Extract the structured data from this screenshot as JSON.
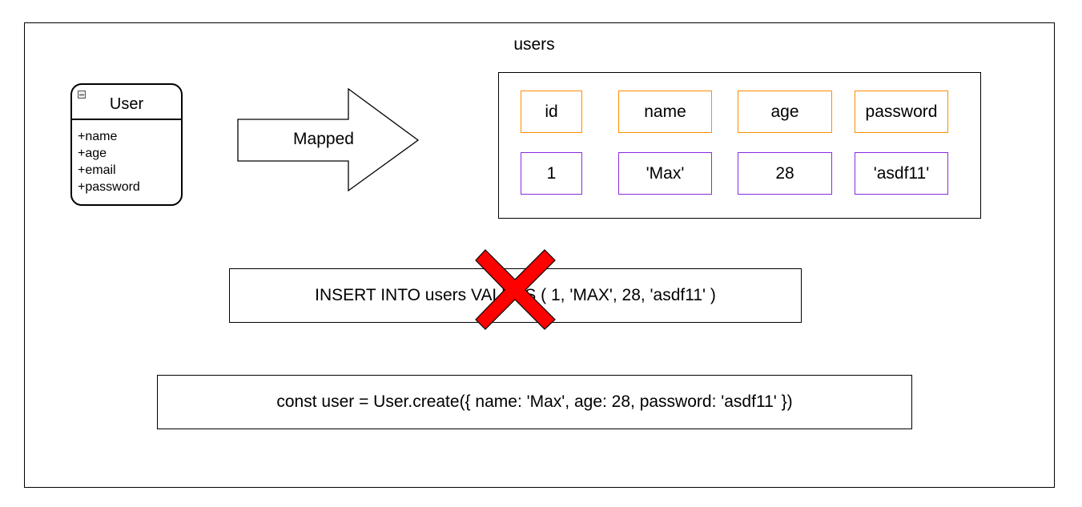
{
  "uml_class": {
    "name": "User",
    "attributes": [
      "+name",
      "+age",
      "+email",
      "+password"
    ]
  },
  "arrow": {
    "label": "Mapped"
  },
  "table": {
    "title": "users",
    "columns": [
      "id",
      "name",
      "age",
      "password"
    ],
    "row": [
      "1",
      "'Max'",
      "28",
      "'asdf11'"
    ]
  },
  "sql_statement": {
    "text": "INSERT INTO users VALUES ( 1, 'MAX', 28, 'asdf11' )"
  },
  "orm_statement": {
    "text": "const user = User.create({ name: 'Max', age: 28, password: 'asdf11' })"
  },
  "colors": {
    "column_header_border": "#ff8c00",
    "value_border": "#8a2be2",
    "cross": "#ff0000"
  }
}
